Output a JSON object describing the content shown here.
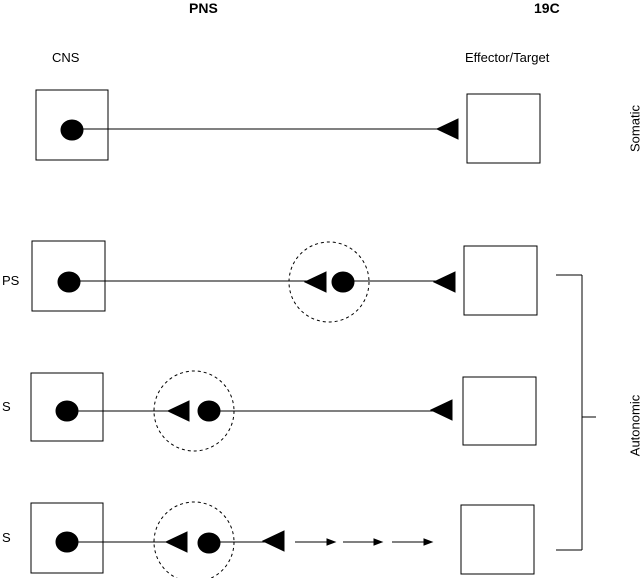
{
  "header": {
    "center": "PNS",
    "right": "19C"
  },
  "columns": {
    "left": "CNS",
    "right": "Effector/Target"
  },
  "rows": [
    {
      "label": "",
      "type": "somatic"
    },
    {
      "label": "PS",
      "type": "parasympathetic"
    },
    {
      "label": "S",
      "type": "sympathetic"
    },
    {
      "label": "S",
      "type": "sympathetic-diffuse"
    }
  ],
  "side_labels": {
    "somatic": "Somatic",
    "autonomic": "Autonomic"
  },
  "colors": {
    "ink": "#000000",
    "background": "#ffffff"
  }
}
